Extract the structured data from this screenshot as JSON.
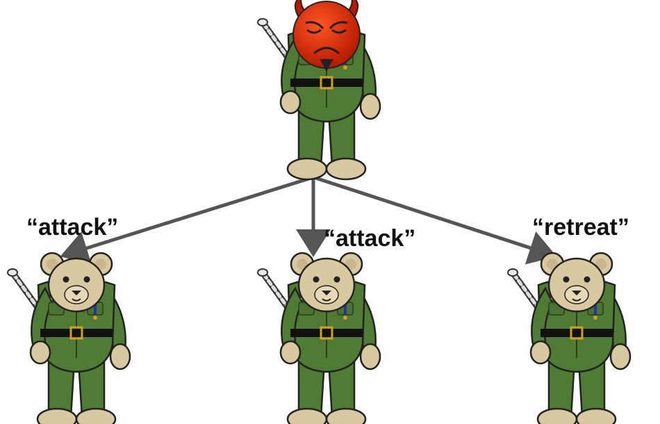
{
  "messages": {
    "left": "“attack”",
    "middle": "“attack”",
    "right": "“retreat”"
  },
  "colors": {
    "arrow": "#555555",
    "uniform": "#4f7b35",
    "uniform_dark": "#3e6129",
    "bear_fur": "#d9c8a0",
    "devil_face": "#cc2200",
    "belt": "#111111",
    "buckle": "#d4a017",
    "medal_red": "#cc1111"
  },
  "icons": {
    "commander_head": "devil-face-icon",
    "general_body": "teddy-bear-general-icon",
    "lieutenant": "teddy-bear-soldier-icon"
  }
}
